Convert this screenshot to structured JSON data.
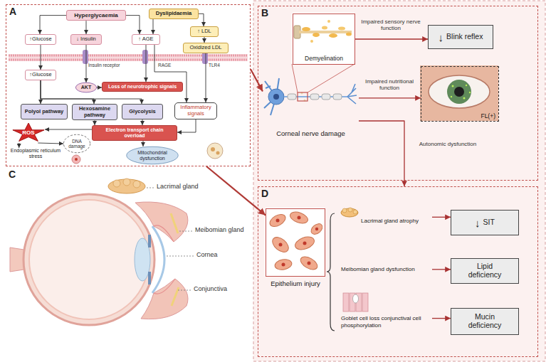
{
  "diagram": {
    "nodes": [
      {
        "text": [
          "A"
        ]
      },
      {
        "text": [
          "Hyperglycaemia"
        ],
        "in": 0
      },
      {
        "text": [
          "Dyslipidaemia"
        ],
        "in": 0
      },
      {
        "text": [
          "↑Glucose"
        ],
        "in": 0
      },
      {
        "text": [
          "↓ Insulin"
        ],
        "in": 0
      },
      {
        "text": [
          "↑ AGE"
        ],
        "in": 0
      },
      {
        "text": [
          "↑ LDL"
        ],
        "in": 0
      },
      {
        "text": [
          "Oxidized LDL"
        ],
        "in": 0
      },
      {
        "text": [
          "↑Glucose"
        ],
        "in": 0
      },
      {
        "text": [
          "AKT"
        ],
        "in": 0
      },
      {
        "text": [
          "Loss of neurotrophic signals"
        ],
        "in": 0
      },
      {
        "text": [
          "Polyol pathway"
        ],
        "in": 0
      },
      {
        "text": [
          "Hexosamine pathway"
        ],
        "in": 0
      },
      {
        "text": [
          "Glycolysis"
        ],
        "in": 0
      },
      {
        "text": [
          "Inflammatory signals"
        ],
        "in": 0
      },
      {
        "text": [
          "ROS"
        ],
        "in": 0
      },
      {
        "text": [
          "DNA damage"
        ],
        "in": 0
      },
      {
        "text": [
          "Electron transport chain overload"
        ],
        "in": 0
      },
      {
        "text": [
          "Endoplasmic reticulum stress"
        ],
        "in": 0
      },
      {
        "text": [
          "Mitochondrial dysfunction"
        ],
        "in": 0
      },
      {
        "text": [
          "B"
        ]
      },
      {
        "text": [
          "Demyelination"
        ],
        "in": 20
      },
      {
        "text": [
          "↓",
          "Blink reflex"
        ],
        "in": 20
      },
      {
        "text": [
          "Corneal nerve damage"
        ],
        "in": 20
      },
      {
        "text": [
          "FL(+)"
        ],
        "in": 20
      },
      {
        "text": [
          "D"
        ]
      },
      {
        "text": [
          "Epithelium injury"
        ],
        "in": 25
      },
      {
        "text": [
          "Lacrimal gland atrophy"
        ],
        "in": 25
      },
      {
        "text": [
          "↓",
          "SIT"
        ],
        "in": 25
      },
      {
        "text": [
          "Meibomian gland dysfunction"
        ],
        "in": 25
      },
      {
        "text": [
          "Lipid deficiency"
        ],
        "in": 25
      },
      {
        "text": [
          "Goblet cell loss conjunctival cell phosphorylation"
        ],
        "in": 25
      },
      {
        "text": [
          "Mucin deficiency"
        ],
        "in": 25
      }
    ],
    "edges": [
      {
        "from": 1,
        "to": 3,
        "arrow": "to"
      },
      {
        "from": 1,
        "to": 4,
        "arrow": "to"
      },
      {
        "from": 1,
        "to": 5,
        "arrow": "to"
      },
      {
        "from": 2,
        "to": 5,
        "arrow": "to"
      },
      {
        "from": 2,
        "to": 6,
        "arrow": "to"
      },
      {
        "from": 6,
        "to": 7,
        "arrow": "to"
      },
      {
        "from": 3,
        "to": 8,
        "arrow": "to"
      },
      {
        "from": 4,
        "to": 9,
        "arrow": "to"
      },
      {
        "from": 9,
        "to": 10,
        "arrow": "to"
      },
      {
        "from": 5,
        "to": 10,
        "arrow": "to"
      },
      {
        "from": 5,
        "to": 14,
        "arrow": "to"
      },
      {
        "from": 7,
        "to": 14,
        "arrow": "to"
      },
      {
        "from": 8,
        "to": 11,
        "arrow": "to"
      },
      {
        "from": 8,
        "to": 12,
        "arrow": "to"
      },
      {
        "from": 8,
        "to": 13,
        "arrow": "to"
      },
      {
        "from": 12,
        "to": 17,
        "arrow": "to"
      },
      {
        "from": 13,
        "to": 17,
        "arrow": "to"
      },
      {
        "from": 14,
        "to": 17,
        "arrow": "to"
      },
      {
        "from": 17,
        "to": 15,
        "arrow": "to"
      },
      {
        "from": 15,
        "to": 16,
        "arrow": "to"
      },
      {
        "from": 15,
        "to": 18,
        "arrow": "to"
      },
      {
        "from": 17,
        "to": 19,
        "arrow": "to"
      },
      {
        "from": 0,
        "to": 23,
        "arrow": "to"
      },
      {
        "from": 0,
        "to": 26,
        "arrow": "to"
      },
      {
        "from": 21,
        "to": 22,
        "arrow": "to",
        "label": "Impaired sensory nerve function"
      },
      {
        "from": 23,
        "to": 24,
        "arrow": "to",
        "label": "Impaired nutritional function"
      },
      {
        "from": 23,
        "to": 25,
        "arrow": "to",
        "label": "Autonomic dysfunction"
      },
      {
        "from": 27,
        "to": 28,
        "arrow": "to"
      },
      {
        "from": 29,
        "to": 30,
        "arrow": "to"
      },
      {
        "from": 31,
        "to": 32,
        "arrow": "to"
      }
    ],
    "labels": [
      "Insulin receptor",
      "RAGE",
      "TLR4",
      "C",
      "Lacrimal gland",
      "Meibomian gland",
      "Cornea",
      "Conjunctiva"
    ]
  }
}
